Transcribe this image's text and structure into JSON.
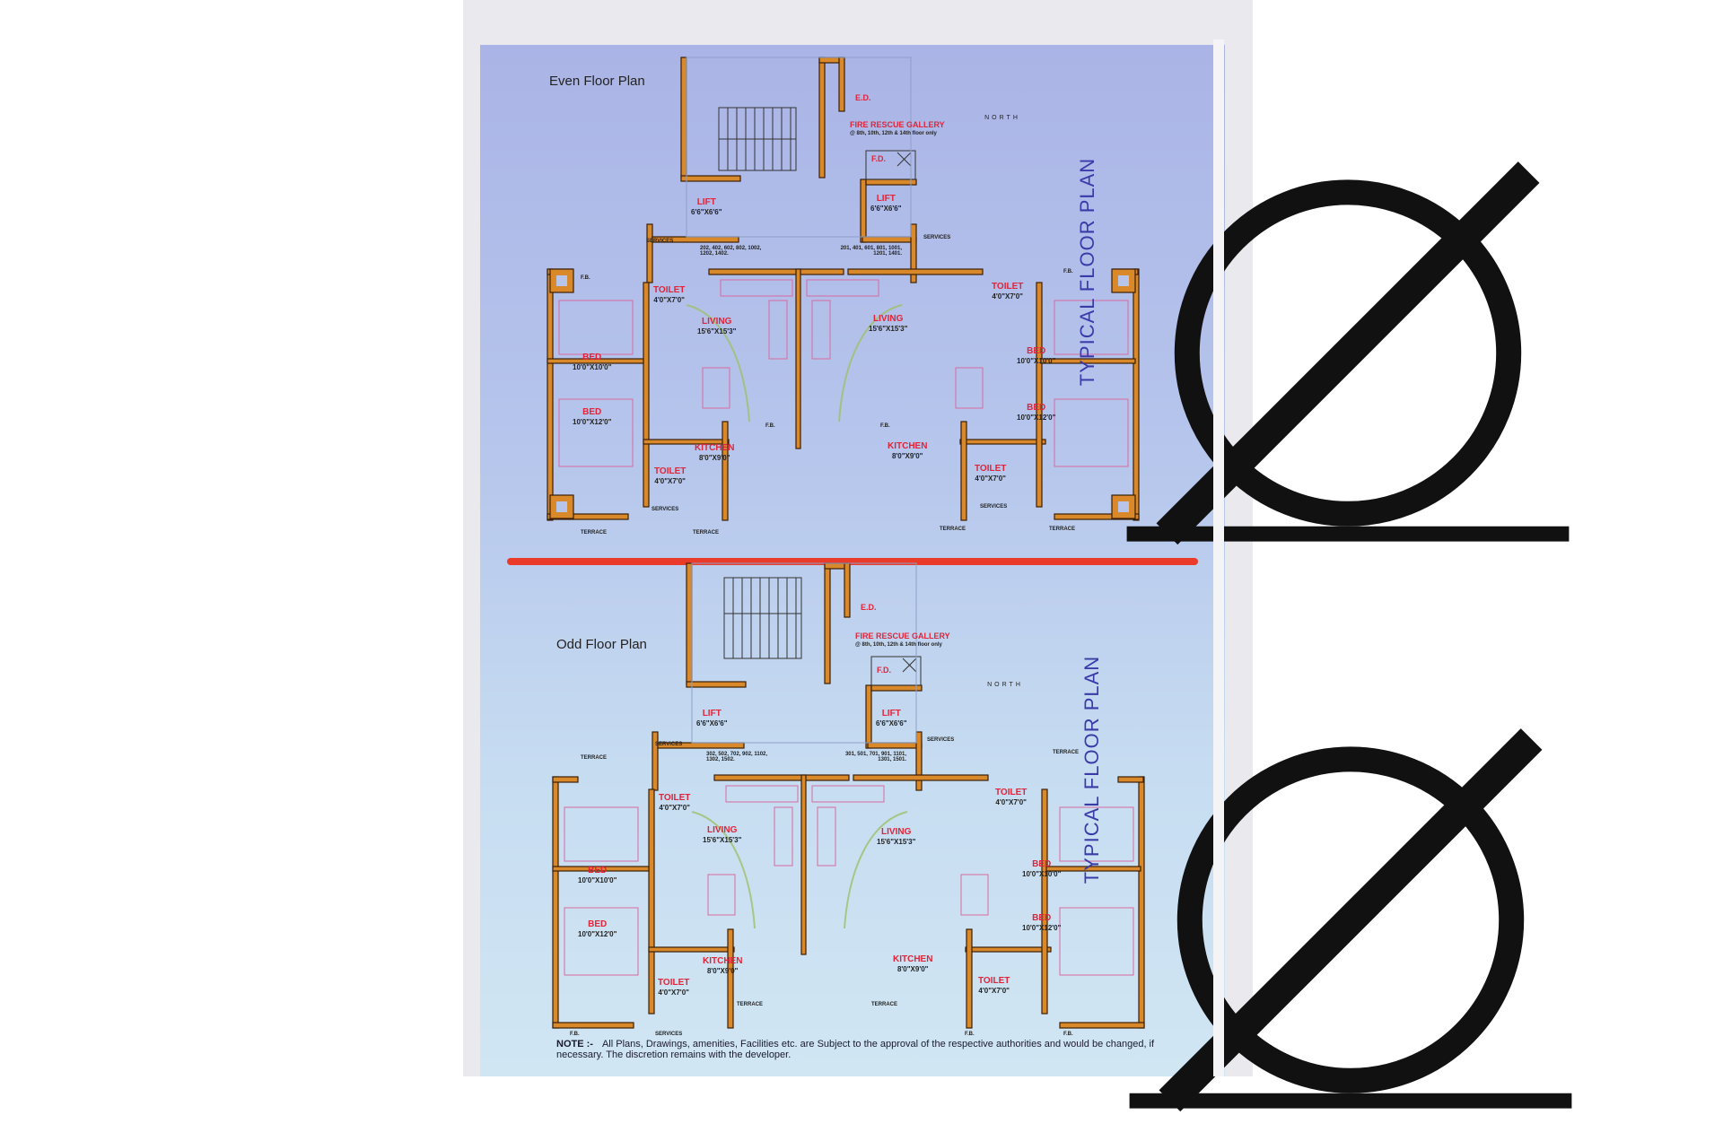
{
  "even": {
    "title": "Even Floor Plan",
    "side_title": "TYPICAL FLOOR PLAN",
    "flat_numbers_left": "202, 402, 602, 802, 1002, 1202, 1402.",
    "flat_numbers_right": "201, 401, 601, 801, 1001, 1201, 1401."
  },
  "odd": {
    "title": "Odd Floor Plan",
    "side_title": "TYPICAL FLOOR PLAN",
    "flat_numbers_left": "302, 502, 702, 902, 1102, 1302, 1502.",
    "flat_numbers_right": "301, 501, 701, 901, 1101, 1301, 1501."
  },
  "north_label": "NORTH",
  "rooms": {
    "ed": "E.D.",
    "fd": "F.D.",
    "fire_rescue": "FIRE RESCUE GALLERY",
    "fire_rescue_note": "@ 8th, 10th, 12th & 14th floor only",
    "lift": "LIFT",
    "lift_dim": "6'6\"X6'6\"",
    "living": "LIVING",
    "living_dim": "15'6\"X15'3\"",
    "toilet": "TOILET",
    "toilet_dim": "4'0\"X7'0\"",
    "bed": "BED",
    "bed1_dim": "10'0\"X10'0\"",
    "bed2_dim": "10'0\"X12'0\"",
    "kitchen": "KITCHEN",
    "kitchen_dim": "8'0\"X9'0\"",
    "services": "SERVICES",
    "terrace": "TERRACE",
    "fb": "F.B."
  },
  "note_label": "NOTE :-",
  "note_text": "All Plans, Drawings, amenities, Facilities etc. are Subject to the approval of the respective authorities and would be changed, if necessary. The discretion remains with the developer.",
  "colors": {
    "wall": "#d9892a",
    "wall_outline": "#3a1f08",
    "red_text": "#e0253a",
    "side_title": "#3a3aa8",
    "divider": "#ea3a2a"
  }
}
